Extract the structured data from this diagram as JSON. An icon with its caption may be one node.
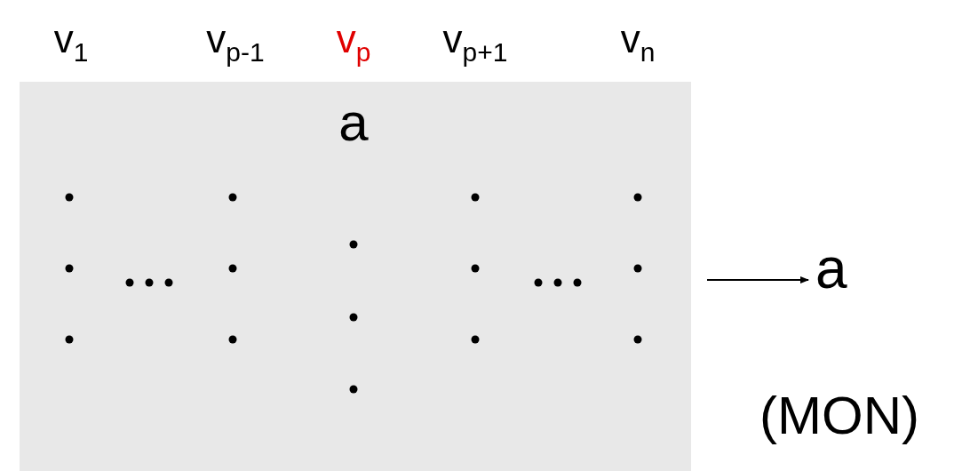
{
  "diagram": {
    "nodes": [
      {
        "text": [
          "a"
        ]
      },
      {
        "text": [
          "a"
        ]
      }
    ],
    "edges": [
      {
        "from": 0,
        "to": 1,
        "arrow": "to"
      }
    ],
    "labels": [
      "v$_{1}$",
      "v$_{p-1}$",
      "v$_{p}$",
      "v$_{p+1}$",
      "v$_{n}$",
      "(MON)"
    ]
  }
}
